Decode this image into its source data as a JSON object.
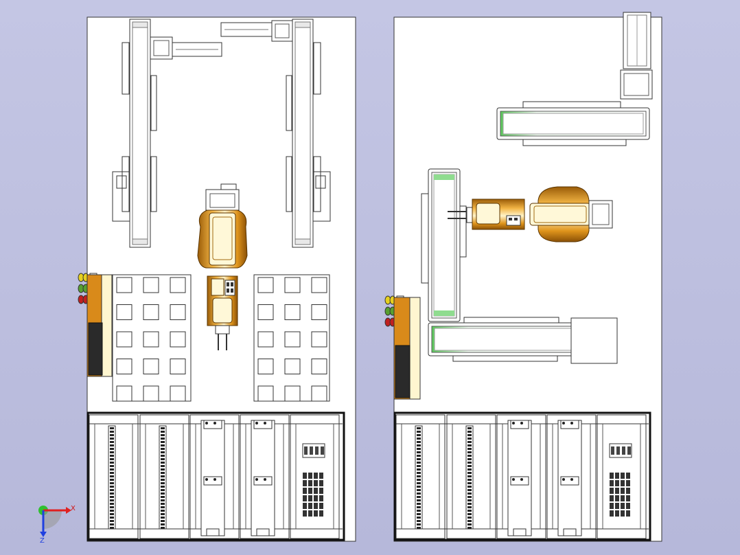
{
  "viewport": {
    "background": "#bfc1e0",
    "panel_fill": "#ffffff",
    "line_color": "#333333"
  },
  "cells": [
    {
      "name": "cell-left",
      "robot_orientation": "gripper-down",
      "conveyors": [
        "left-vertical",
        "right-vertical",
        "top-feeder-left",
        "top-feeder-right"
      ],
      "tray_grid": {
        "rows": 5,
        "cols": 3,
        "count": 2
      },
      "signal_tower": [
        "#e6d020",
        "#58a030",
        "#c02020"
      ],
      "cabinet_bays": 5
    },
    {
      "name": "cell-right",
      "robot_orientation": "gripper-left",
      "conveyors": [
        "top-horizontal",
        "left-vertical",
        "bottom-horizontal",
        "top-right-vertical"
      ],
      "signal_tower": [
        "#e6d020",
        "#58a030",
        "#c02020"
      ],
      "cabinet_bays": 5
    }
  ],
  "colors": {
    "robot_orange": "#e0951c",
    "robot_dark": "#9a5c08",
    "robot_light": "#fff8d8",
    "conveyor_green": "#5ac85a",
    "controller_orange": "#d98a1a",
    "controller_panel": "#2a2a2a"
  },
  "triad": {
    "x_label": "X",
    "z_label": "Z",
    "x_color": "#e02020",
    "y_color": "#20b020",
    "z_color": "#2040e0"
  }
}
